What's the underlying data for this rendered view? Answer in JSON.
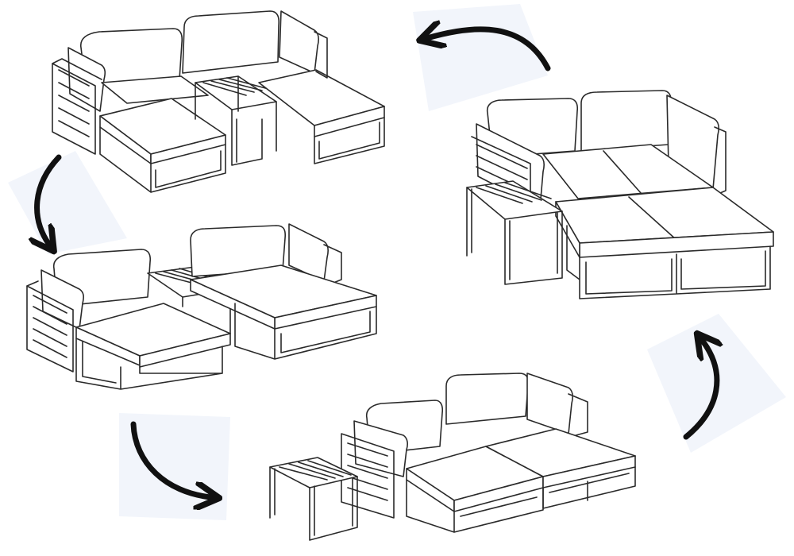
{
  "figure": {
    "colors": {
      "line": "#2a2a2a",
      "arrow": "#111111",
      "background": "#ffffff",
      "shade": "#f2f5fb"
    },
    "configurations": [
      {
        "id": "sectional-with-center-table",
        "position": "top-left"
      },
      {
        "id": "two-lounge-chairs-with-table",
        "position": "middle-left"
      },
      {
        "id": "double-chaise-with-side-table",
        "position": "bottom-center"
      },
      {
        "id": "daybed-with-side-table",
        "position": "right"
      }
    ],
    "arrows": [
      {
        "id": "arrow-top",
        "direction": "left"
      },
      {
        "id": "arrow-left",
        "direction": "down"
      },
      {
        "id": "arrow-bottom",
        "direction": "right"
      },
      {
        "id": "arrow-right",
        "direction": "up"
      }
    ]
  }
}
